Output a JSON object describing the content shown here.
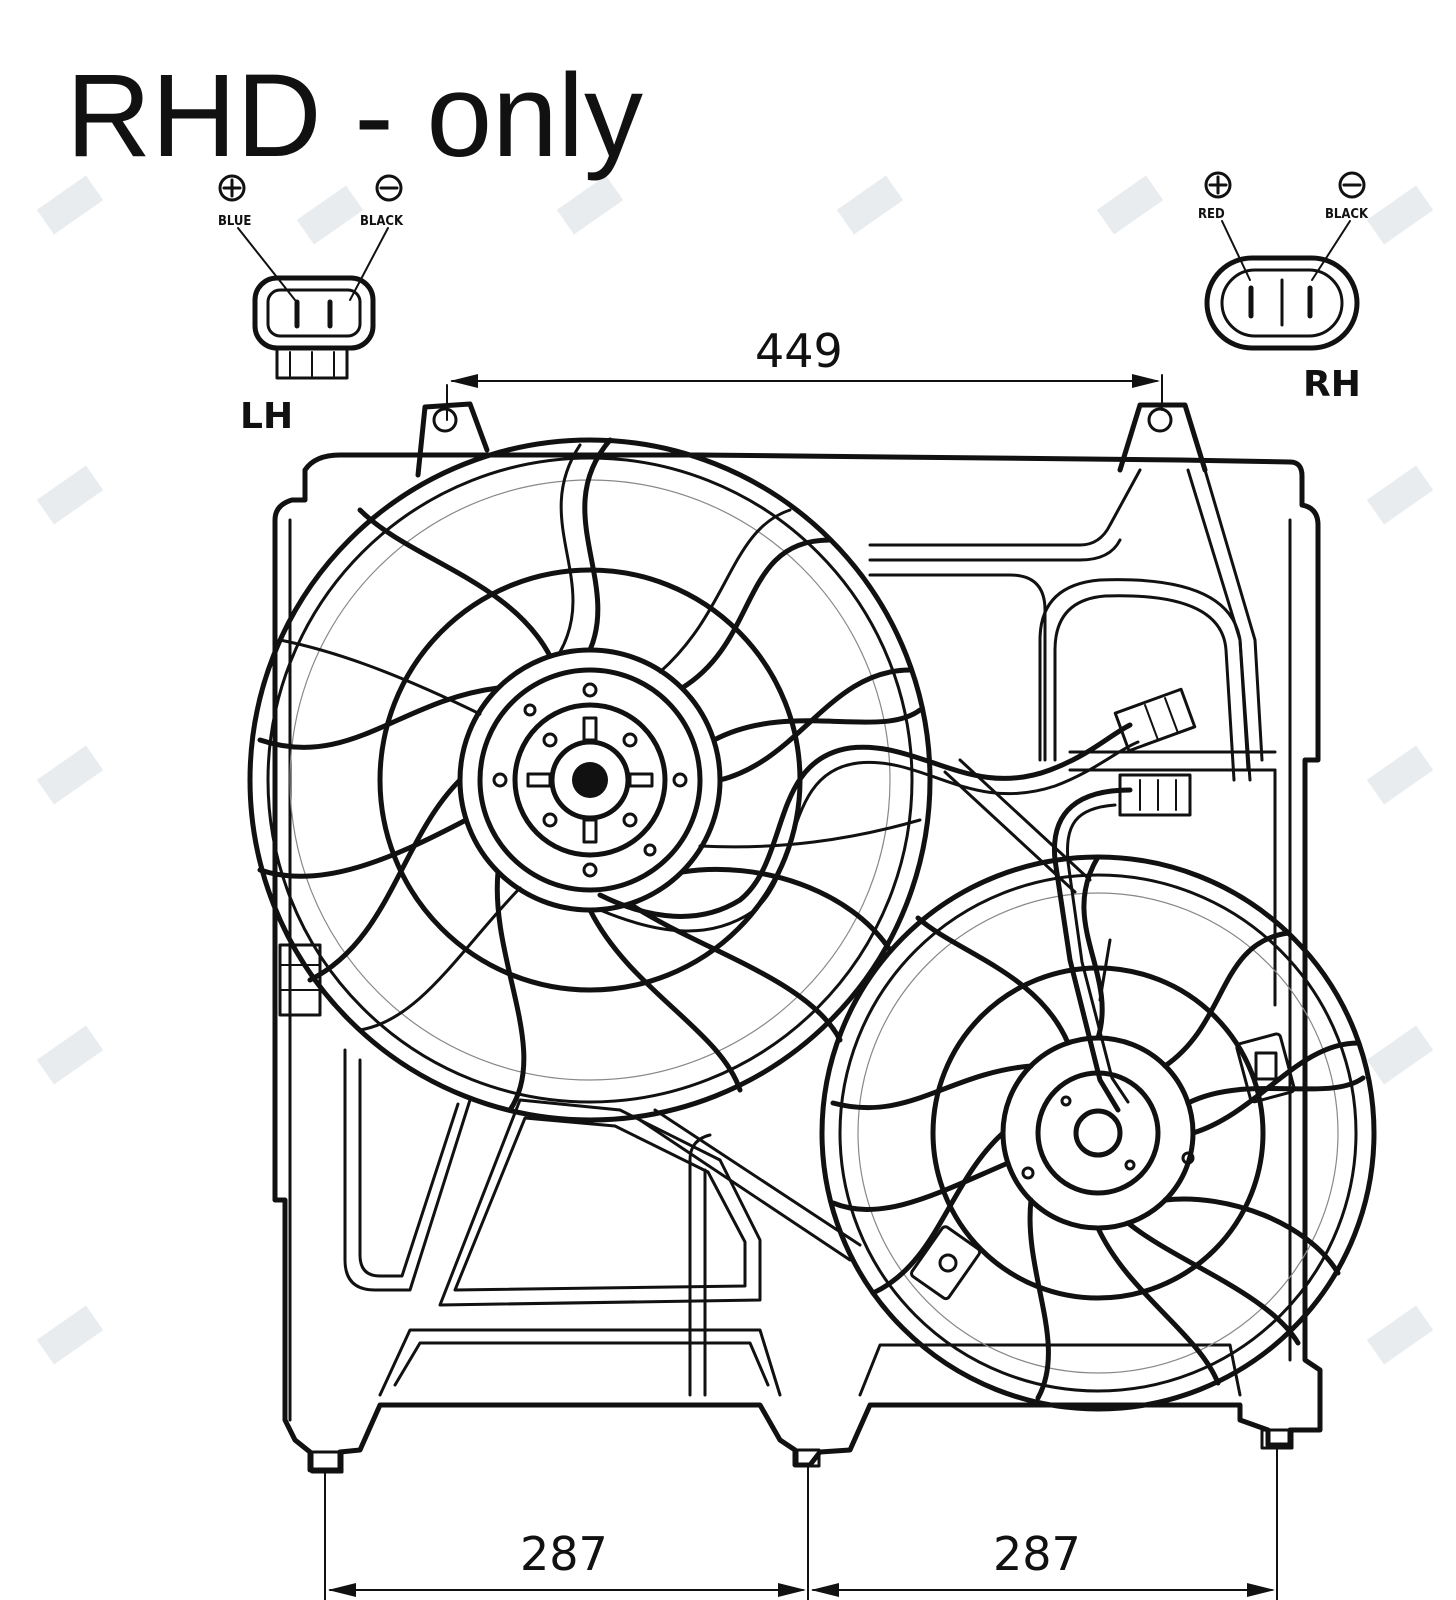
{
  "title": "RHD - only",
  "connectors": {
    "lh": {
      "label": "LH",
      "pins": [
        {
          "symbol": "⊕",
          "wire": "BLUE"
        },
        {
          "symbol": "⊖",
          "wire": "BLACK"
        }
      ]
    },
    "rh": {
      "label": "RH",
      "pins": [
        {
          "symbol": "⊕",
          "wire": "RED"
        },
        {
          "symbol": "⊖",
          "wire": "BLACK"
        }
      ]
    }
  },
  "dimensions": {
    "top_width": "449",
    "bottom_left": "287",
    "bottom_right": "287"
  }
}
